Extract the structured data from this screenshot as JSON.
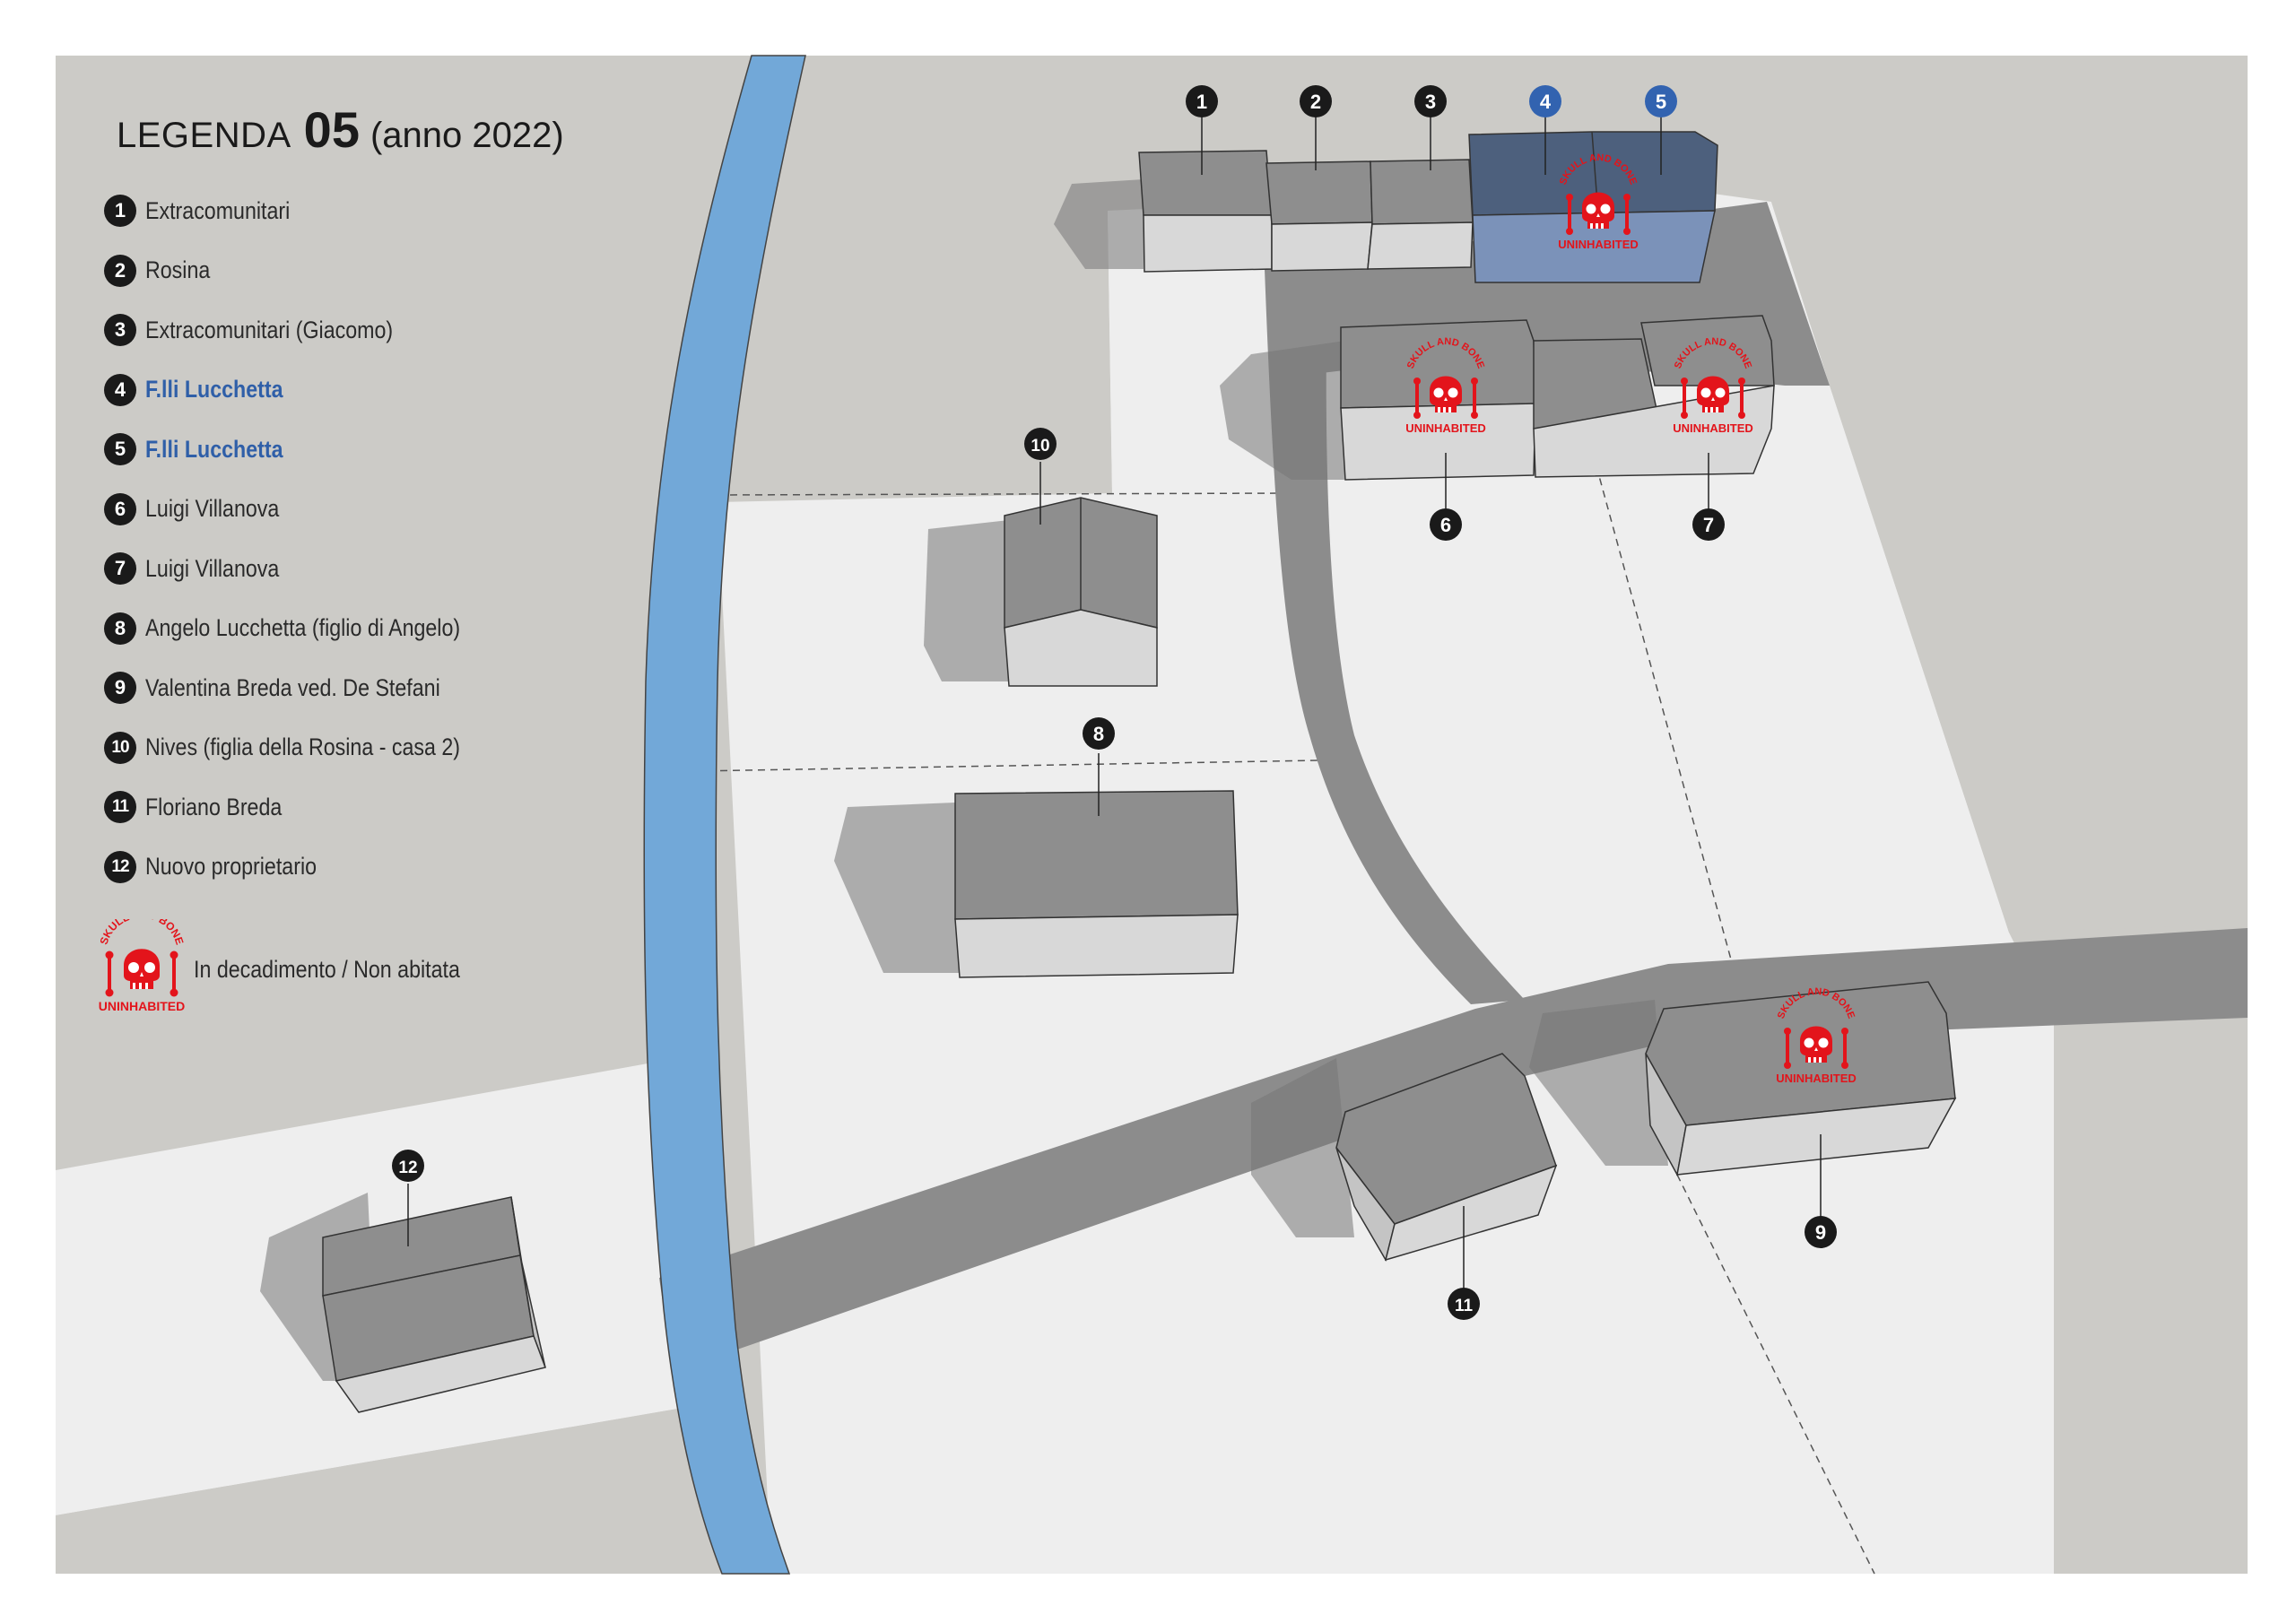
{
  "legend": {
    "word": "LEGENDA",
    "number": "05",
    "year": "(anno 2022)",
    "items": [
      {
        "num": "1",
        "label": "Extracomunitari",
        "highlight": false
      },
      {
        "num": "2",
        "label": "Rosina",
        "highlight": false
      },
      {
        "num": "3",
        "label": "Extracomunitari (Giacomo)",
        "highlight": false
      },
      {
        "num": "4",
        "label": "F.lli Lucchetta",
        "highlight": true
      },
      {
        "num": "5",
        "label": "F.lli Lucchetta",
        "highlight": true
      },
      {
        "num": "6",
        "label": "Luigi Villanova",
        "highlight": false
      },
      {
        "num": "7",
        "label": "Luigi Villanova",
        "highlight": false
      },
      {
        "num": "8",
        "label": "Angelo Lucchetta (figlio di Angelo)",
        "highlight": false
      },
      {
        "num": "9",
        "label": "Valentina Breda ved. De Stefani",
        "highlight": false
      },
      {
        "num": "10",
        "label": "Nives (figlia della Rosina - casa 2)",
        "highlight": false
      },
      {
        "num": "11",
        "label": "Floriano Breda",
        "highlight": false
      },
      {
        "num": "12",
        "label": "Nuovo proprietario",
        "highlight": false
      }
    ],
    "status_label": "In decadimento / Non abitata",
    "status_icon": "skull-and-bones-icon"
  },
  "map": {
    "skull_stamp_top": "SKULL AND BONE",
    "skull_stamp_bottom": "UNINHABITED",
    "building_markers": [
      {
        "num": "1",
        "highlight": false
      },
      {
        "num": "2",
        "highlight": false
      },
      {
        "num": "3",
        "highlight": false
      },
      {
        "num": "4",
        "highlight": true
      },
      {
        "num": "5",
        "highlight": true
      },
      {
        "num": "6",
        "highlight": false
      },
      {
        "num": "7",
        "highlight": false
      },
      {
        "num": "8",
        "highlight": false
      },
      {
        "num": "9",
        "highlight": false
      },
      {
        "num": "10",
        "highlight": false
      },
      {
        "num": "11",
        "highlight": false
      },
      {
        "num": "12",
        "highlight": false
      }
    ],
    "uninhabited_buildings": [
      "4-5",
      "6",
      "7",
      "9"
    ]
  },
  "colors": {
    "field_dark": "#cccbc7",
    "field_light": "#eeeeee",
    "road": "#8c8c8c",
    "river": "#72a8d8",
    "marker": "#1a1a1a",
    "marker_highlight": "#3263b0",
    "highlight_text": "#2f5fa8",
    "stamp_red": "#e3141b"
  }
}
